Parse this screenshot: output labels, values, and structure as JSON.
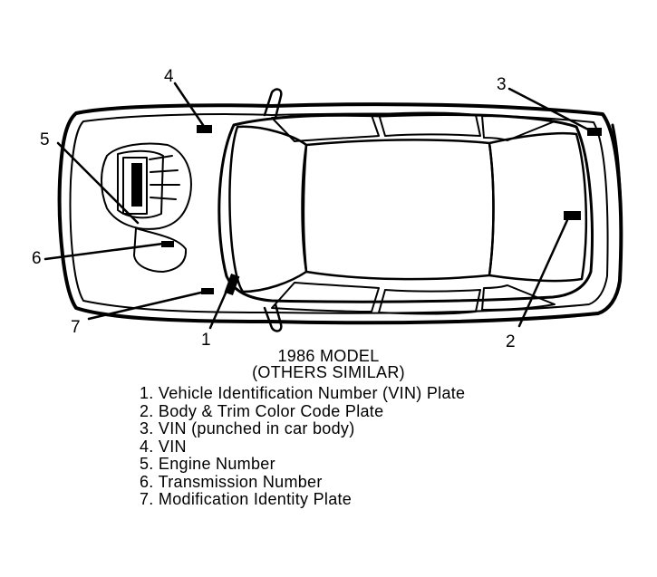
{
  "caption": {
    "model": "1986 MODEL",
    "others": "(OTHERS SIMILAR)"
  },
  "callouts": [
    "1",
    "2",
    "3",
    "4",
    "5",
    "6",
    "7"
  ],
  "legend": [
    "1. Vehicle Identification Number (VIN) Plate",
    "2. Body & Trim Color Code Plate",
    "3. VIN (punched in car body)",
    "4. VIN",
    "5. Engine Number",
    "6. Transmission Number",
    "7. Modification Identity Plate"
  ],
  "colors": {
    "ink": "#000000",
    "paper": "#ffffff"
  }
}
